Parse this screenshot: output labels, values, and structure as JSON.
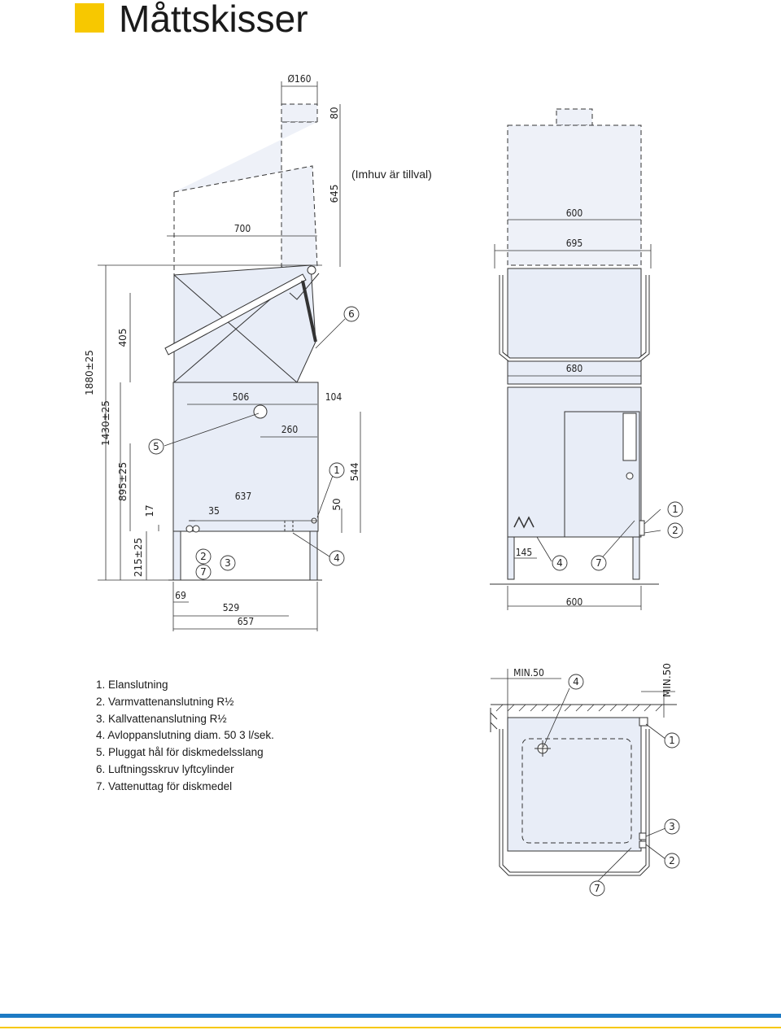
{
  "page": {
    "title": "Måttskisser"
  },
  "notes": {
    "hood_optional": "(Imhuv är tillval)"
  },
  "dimensions": {
    "hood_diameter": "Ø160",
    "hood_top": "80",
    "hood_height": "645",
    "width_700": "700",
    "h_405": "405",
    "total_height": "1880±25",
    "h_1430": "1430±25",
    "h_895": "895±25",
    "h_215": "215±25",
    "h_17": "17",
    "d_506": "506",
    "d_104": "104",
    "d_260": "260",
    "d_544": "544",
    "d_50": "50",
    "d_637": "637",
    "d_35": "35",
    "d_69": "69",
    "d_529": "529",
    "d_657": "657",
    "front_600_top": "600",
    "front_695": "695",
    "front_680": "680",
    "front_145": "145",
    "front_600_bottom": "600",
    "plan_min50_left": "MIN.50",
    "plan_min50_right": "MIN.50"
  },
  "callouts": {
    "c1": "1",
    "c2": "2",
    "c3": "3",
    "c4": "4",
    "c5": "5",
    "c6": "6",
    "c7": "7"
  },
  "legend": [
    "1.  Elanslutning",
    "2.  Varmvattenanslutning R½",
    "3.  Kallvattenanslutning R½",
    "4.  Avloppanslutning diam. 50 3 l/sek.",
    "5.  Pluggat hål för diskmedelsslang",
    "6.  Luftningsskruv lyftcylinder",
    "7.  Vattenuttag för diskmedel"
  ],
  "colors": {
    "accent": "#f7c800",
    "footer": "#1d7ac4",
    "machine_fill": "#e8edf7",
    "line": "#333333"
  }
}
